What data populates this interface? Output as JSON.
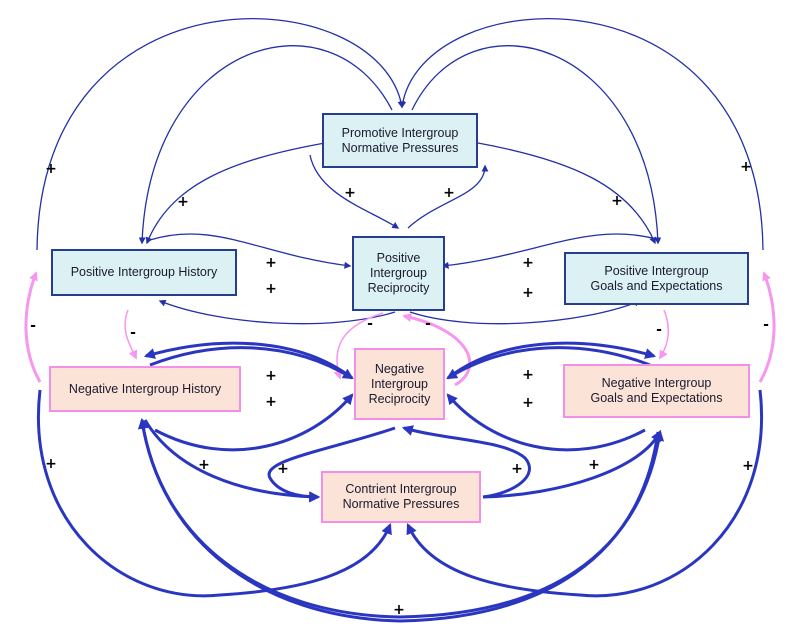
{
  "nodes": {
    "promotive_pressures": [
      "Promotive Intergroup",
      "Normative Pressures"
    ],
    "positive_history": [
      "Positive Intergroup History"
    ],
    "positive_reciprocity": [
      "Positive",
      "Intergroup",
      "Reciprocity"
    ],
    "positive_goals": [
      "Positive Intergroup",
      "Goals and Expectations"
    ],
    "negative_history": [
      "Negative Intergroup History"
    ],
    "negative_reciprocity": [
      "Negative",
      "Intergroup",
      "Reciprocity"
    ],
    "negative_goals": [
      "Negative Intergroup",
      "Goals and Expectations"
    ],
    "contrient_pressures": [
      "Contrient Intergroup",
      "Normative Pressures"
    ]
  },
  "colors": {
    "positive_fill": "#dcf1f4",
    "positive_border": "#263e8f",
    "negative_fill": "#fbe3d8",
    "negative_border": "#f38fe6",
    "positive_link": "#2430a8",
    "negative_link": "#2a36c0",
    "inhibitory_link": "#f796ee"
  },
  "polarity": {
    "plus": "+",
    "minus": "-"
  }
}
